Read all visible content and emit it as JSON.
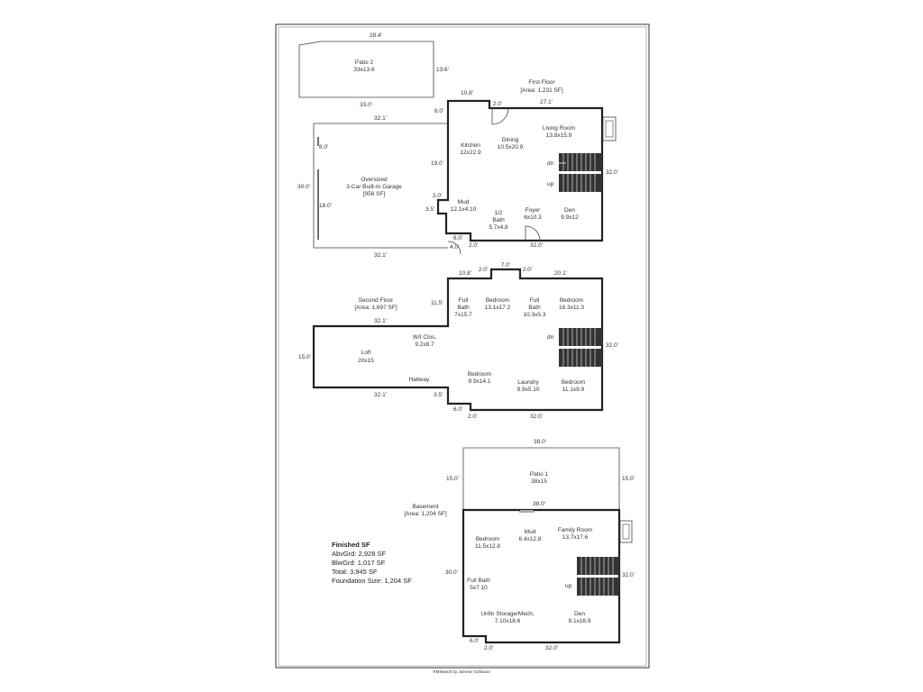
{
  "footer": {
    "credit": "RMSketch by Jammer Software"
  },
  "patio2": {
    "name": "Patio 2",
    "size": "33x13.6",
    "dim_top": "28.4'",
    "dim_right": "13.6'",
    "dim_bottom": "33.0'"
  },
  "first_floor": {
    "title": "First Floor",
    "area": "[Area: 1,231 SF]",
    "dims": {
      "top_left": "10.8'",
      "top_main": "27.1'",
      "notch": "2.0'",
      "left_upper": "6.0'",
      "left_mid": "19.0'",
      "left_step": "2.0'",
      "left_low": "3.5'",
      "bottom_notch_v": "6.0'",
      "bottom_notch_h": "2.0'",
      "right": "32.0'",
      "bottom": "32.0'"
    },
    "rooms": {
      "kitchen": {
        "name": "Kitchen",
        "size": "12x22.9"
      },
      "dining": {
        "name": "Dining",
        "size": "10.5x20.9"
      },
      "living": {
        "name": "Living Room",
        "size": "13.8x15.9"
      },
      "mud": {
        "name": "Mud",
        "size": "12.1x4.10"
      },
      "half_bath": {
        "name": "1/2",
        "name2": "Bath",
        "size": "5.7x4.8"
      },
      "foyer": {
        "name": "Foyer",
        "size": "6x10.3"
      },
      "den": {
        "name": "Den",
        "size": "9.9x12"
      }
    },
    "stairs": {
      "dn": "dn",
      "up": "up"
    }
  },
  "garage": {
    "name": "Oversized",
    "name2": "3-Car Built-In Garage",
    "area": "[956 SF]",
    "dims": {
      "top": "32.1'",
      "left": "30.0'",
      "inner_upper": "8.0'",
      "inner_lower": "18.0'",
      "bottom": "32.1'",
      "bottom_right": "4.0'"
    }
  },
  "second_floor": {
    "title": "Second Floor",
    "area": "[Area: 1,697 SF]",
    "dims": {
      "top_left": "10.8'",
      "notch_l": "2.0'",
      "top_mid": "7.0'",
      "notch_r": "2.0'",
      "top_right": "20.1'",
      "left_step": "11.5'",
      "loft_top": "32.1'",
      "loft_left": "15.0'",
      "loft_bottom": "32.1'",
      "step_low": "3.5'",
      "notch_v": "6.0'",
      "notch_h": "2.0'",
      "bottom": "32.0'",
      "right": "32.0'"
    },
    "rooms": {
      "full_bath1": {
        "name": "Full",
        "name2": "Bath",
        "size": "7x15.7"
      },
      "bedroom1": {
        "name": "Bedroom",
        "size": "13.1x17.2"
      },
      "full_bath2": {
        "name": "Full",
        "name2": "Bath",
        "size": "10.3x5.3"
      },
      "bedroom2": {
        "name": "Bedroom",
        "size": "16.3x11.3"
      },
      "wic": {
        "name": "W/I Clos.",
        "size": "9.2x8.7"
      },
      "loft": {
        "name": "Loft",
        "size": "20x15"
      },
      "hallway": {
        "name": "Hallway"
      },
      "bedroom3": {
        "name": "Bedroom",
        "size": "9.9x14.1"
      },
      "laundry": {
        "name": "Laundry",
        "size": "9.9x5.10"
      },
      "bedroom4": {
        "name": "Bedroom",
        "size": "11.1x9.9"
      }
    },
    "stairs": {
      "dn": "dn"
    }
  },
  "patio1": {
    "name": "Patio 1",
    "size": "38x15",
    "dim_top": "38.0'",
    "dim_left": "15.0'",
    "dim_right": "15.0'",
    "dim_bottom": "38.0'"
  },
  "basement": {
    "title": "Basement",
    "area": "[Area: 1,204 SF]",
    "dims": {
      "left": "30.0'",
      "right": "32.0'",
      "notch_v": "6.0'",
      "notch_h": "2.0'",
      "bottom": "32.0'"
    },
    "rooms": {
      "bedroom": {
        "name": "Bedroom",
        "size": "11.5x12.8"
      },
      "mud": {
        "name": "Mud",
        "size": "6.4x12.8"
      },
      "family": {
        "name": "Family Room",
        "size": "13.7x17.6"
      },
      "full_bath": {
        "name": "Full Bath",
        "size": "5x7.10"
      },
      "storage": {
        "name": "Unfin Storage/Mech.",
        "size": "7.10x18.6"
      },
      "den": {
        "name": "Den",
        "size": "9.1x16.9"
      }
    },
    "stairs": {
      "up": "up"
    }
  },
  "summary": {
    "title": "Finished SF",
    "abv": "AbvGrd: 2,928 SF",
    "blw": "BlwGrd: 1,017 SF",
    "total": "Total: 3,945 SF",
    "foundation": "Foundation Size: 1,204 SF"
  }
}
